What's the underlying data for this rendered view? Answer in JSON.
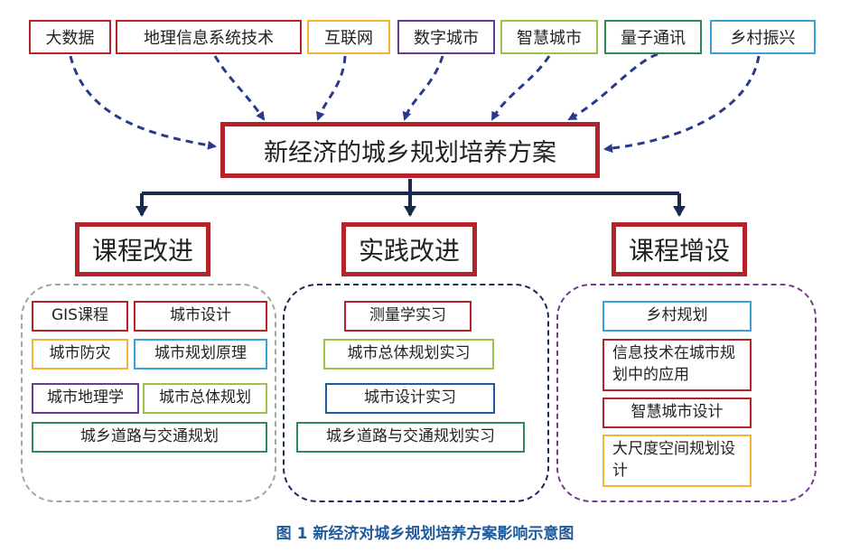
{
  "diagram": {
    "inputs": [
      {
        "text": "大数据",
        "color": "#b5232a"
      },
      {
        "text": "地理信息系统技术",
        "color": "#b5232a"
      },
      {
        "text": "互联网",
        "color": "#f2b233"
      },
      {
        "text": "数字城市",
        "color": "#6a3b96"
      },
      {
        "text": "智慧城市",
        "color": "#9bc24a"
      },
      {
        "text": "量子通讯",
        "color": "#2e8b57"
      },
      {
        "text": "乡村振兴",
        "color": "#3ba0d8"
      }
    ],
    "center": "新经济的城乡规划培养方案",
    "branches": [
      {
        "heading": "课程改进",
        "items": [
          {
            "text": "GIS课程",
            "color": "#b5232a"
          },
          {
            "text": "城市设计",
            "color": "#b5232a"
          },
          {
            "text": "城市防灾",
            "color": "#f2b233"
          },
          {
            "text": "城市规划原理",
            "color": "#3ba0d8"
          },
          {
            "text": "城市地理学",
            "color": "#6a3b96"
          },
          {
            "text": "城市总体规划",
            "color": "#9bc24a"
          },
          {
            "text": "城乡道路与交通规划",
            "color": "#2e8b57"
          }
        ]
      },
      {
        "heading": "实践改进",
        "items": [
          {
            "text": "测量学实习",
            "color": "#b5232a"
          },
          {
            "text": "城市总体规划实习",
            "color": "#9bc24a"
          },
          {
            "text": "城市设计实习",
            "color": "#1f5a9c"
          },
          {
            "text": "城乡道路与交通规划实习",
            "color": "#2e8b57"
          }
        ]
      },
      {
        "heading": "课程增设",
        "items": [
          {
            "text": "乡村规划",
            "color": "#3ba0d8"
          },
          {
            "text": "信息技术在城市规划中的应用",
            "color": "#b5232a"
          },
          {
            "text": "智慧城市设计",
            "color": "#b5232a"
          },
          {
            "text": "大尺度空间规划设计",
            "color": "#f2b233"
          }
        ]
      }
    ],
    "group_colors": [
      "#a0a8a0",
      "#1a2a5a",
      "#7a3a96"
    ],
    "arrow_color_dashed": "#2a3a8a",
    "arrow_color_solid": "#1a2a4a"
  },
  "caption": "图 1 新经济对城乡规划培养方案影响示意图"
}
